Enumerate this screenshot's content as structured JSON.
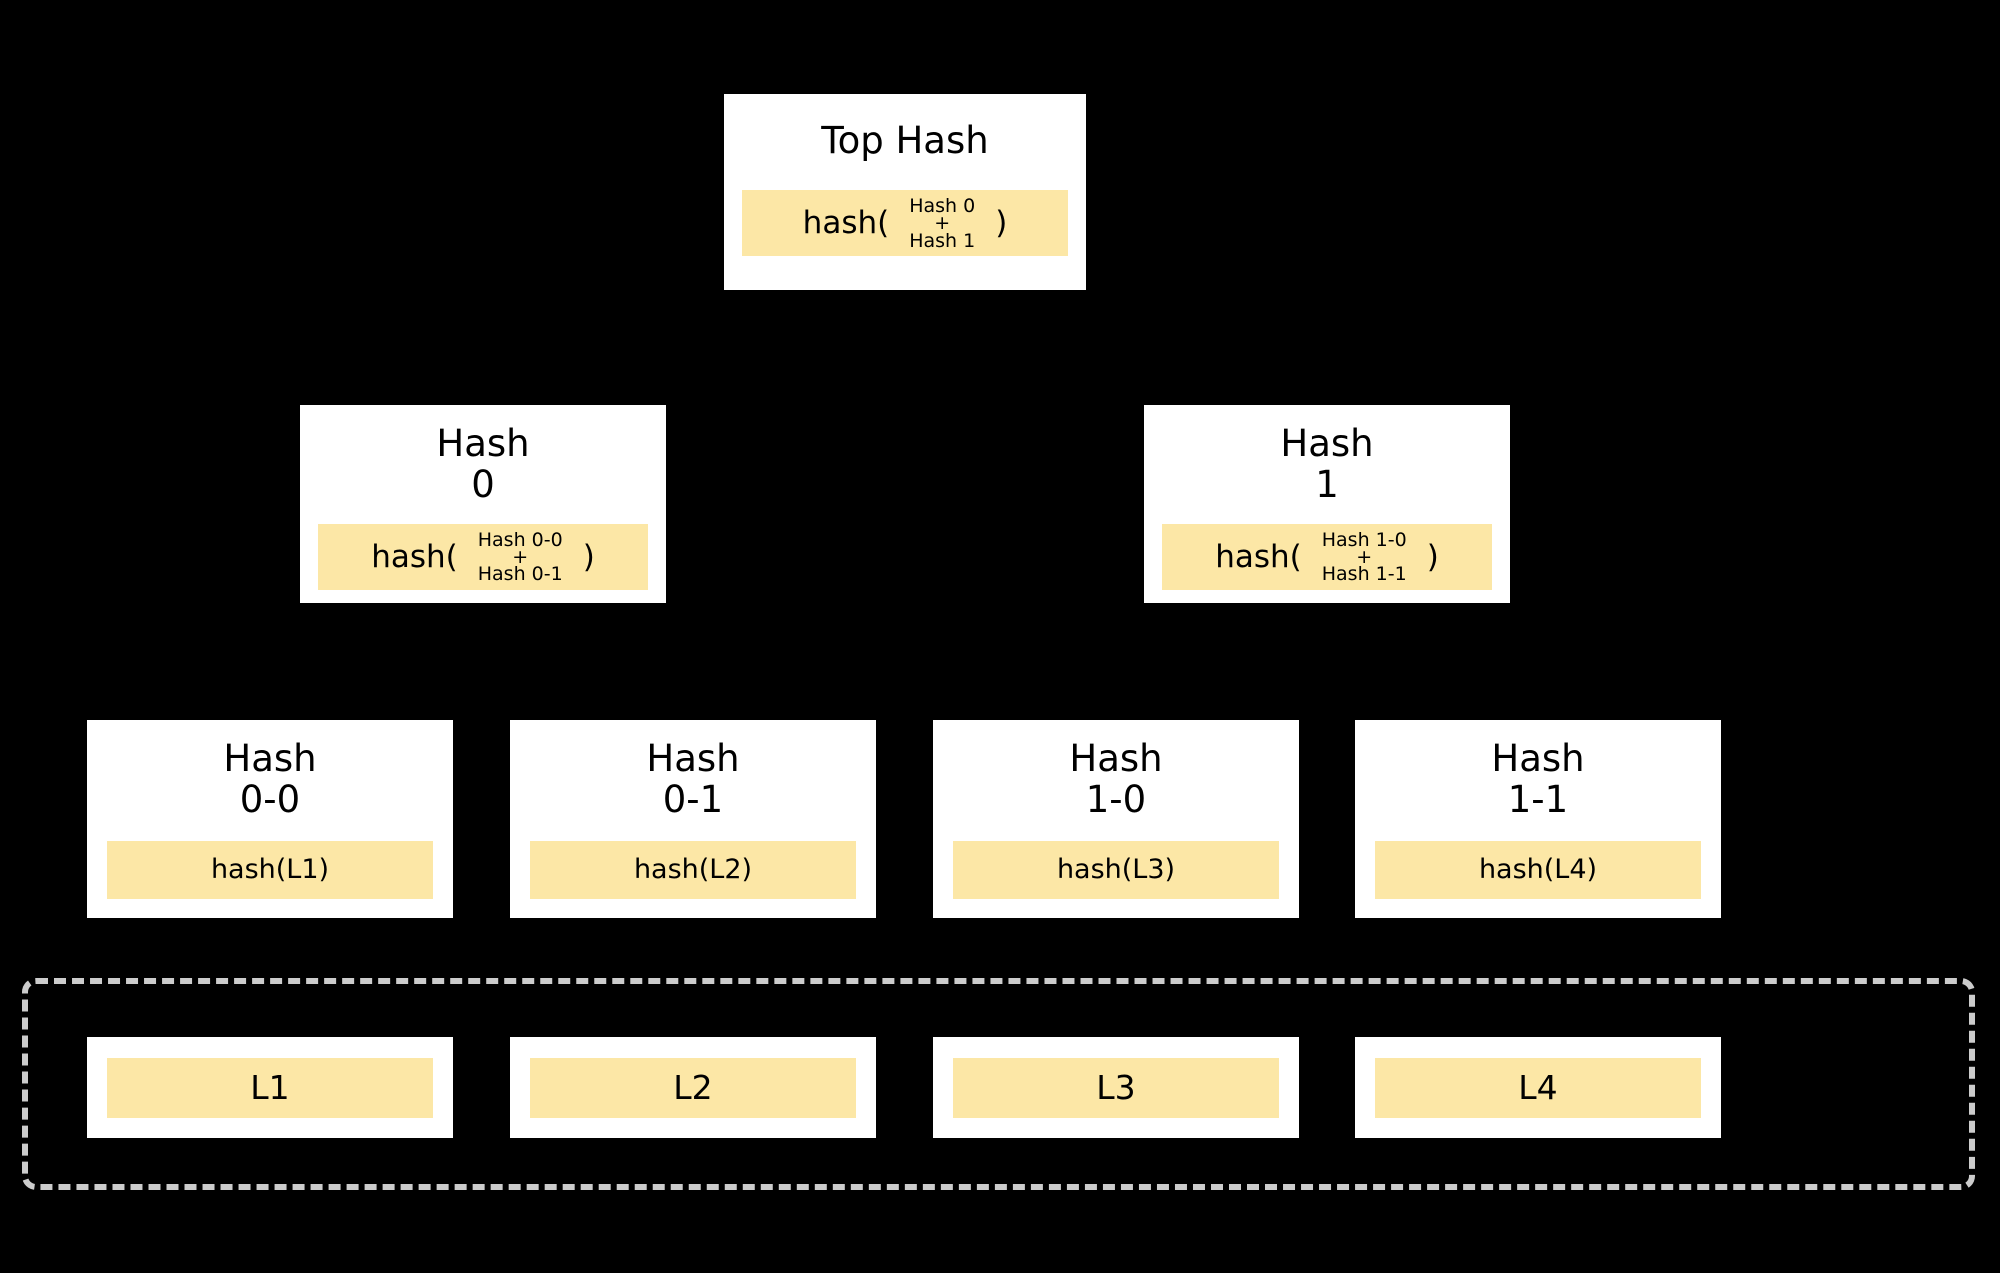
{
  "diagram": {
    "kind": "merkle-tree",
    "background_color": "#000000",
    "node_fill": "#FFFFFF",
    "node_border": "#000000",
    "band_fill": "#FCE7A6",
    "dashed_border_color": "#CCCCCC",
    "connector_color": "#000000"
  },
  "top": {
    "title": "Top Hash",
    "formula": {
      "fn_open": "hash(",
      "arg_top": "Hash 0",
      "operator": "+",
      "arg_bottom": "Hash 1",
      "fn_close": ")"
    }
  },
  "mid_nodes": [
    {
      "title": "Hash\n0",
      "formula": {
        "fn_open": "hash(",
        "arg_top": "Hash 0-0",
        "operator": "+",
        "arg_bottom": "Hash 0-1",
        "fn_close": ")"
      }
    },
    {
      "title": "Hash\n1",
      "formula": {
        "fn_open": "hash(",
        "arg_top": "Hash 1-0",
        "operator": "+",
        "arg_bottom": "Hash 1-1",
        "fn_close": ")"
      }
    }
  ],
  "leaf_nodes": [
    {
      "title": "Hash\n0-0",
      "value": "hash(L1)"
    },
    {
      "title": "Hash\n0-1",
      "value": "hash(L2)"
    },
    {
      "title": "Hash\n1-0",
      "value": "hash(L3)"
    },
    {
      "title": "Hash\n1-1",
      "value": "hash(L4)"
    }
  ],
  "data_blocks": [
    {
      "label": "L1"
    },
    {
      "label": "L2"
    },
    {
      "label": "L3"
    },
    {
      "label": "L4"
    }
  ]
}
